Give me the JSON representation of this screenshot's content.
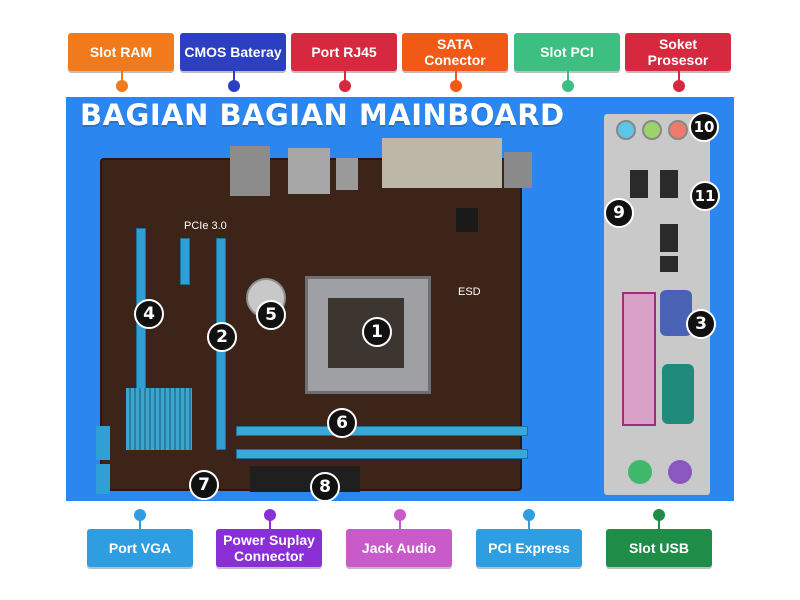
{
  "top_labels": [
    {
      "text": "Slot RAM",
      "color": "#f07a1c",
      "dot": "#f07a1c"
    },
    {
      "text": "CMOS Bateray",
      "color": "#2b3fc0",
      "dot": "#2b3fc0"
    },
    {
      "text": "Port RJ45",
      "color": "#d6283f",
      "dot": "#d6283f"
    },
    {
      "text": "SATA Conector",
      "color": "#f05a16",
      "dot": "#f05a16"
    },
    {
      "text": "Slot PCI",
      "color": "#3dbf82",
      "dot": "#3dbf82"
    },
    {
      "text": "Soket Prosesor",
      "color": "#d6283f",
      "dot": "#d6283f"
    }
  ],
  "bottom_labels": [
    {
      "text": "Port VGA",
      "color": "#2f9ee0",
      "dot": "#2f9ee0"
    },
    {
      "text": "Power Suplay Connector",
      "color": "#8a2fd6",
      "dot": "#8a2fd6"
    },
    {
      "text": "Jack Audio",
      "color": "#c95ac9",
      "dot": "#c95ac9"
    },
    {
      "text": "PCI Express",
      "color": "#2f9ee0",
      "dot": "#2f9ee0"
    },
    {
      "text": "Slot USB",
      "color": "#1f8c48",
      "dot": "#1f8c48"
    }
  ],
  "title": "BAGIAN BAGIAN MAINBOARD",
  "board_text": {
    "pcie": "PCIe 3.0",
    "esd": "ESD"
  },
  "markers": [
    {
      "id": "1"
    },
    {
      "id": "2"
    },
    {
      "id": "3"
    },
    {
      "id": "4"
    },
    {
      "id": "5"
    },
    {
      "id": "6"
    },
    {
      "id": "7"
    },
    {
      "id": "8"
    },
    {
      "id": "9"
    },
    {
      "id": "10"
    },
    {
      "id": "11"
    }
  ]
}
